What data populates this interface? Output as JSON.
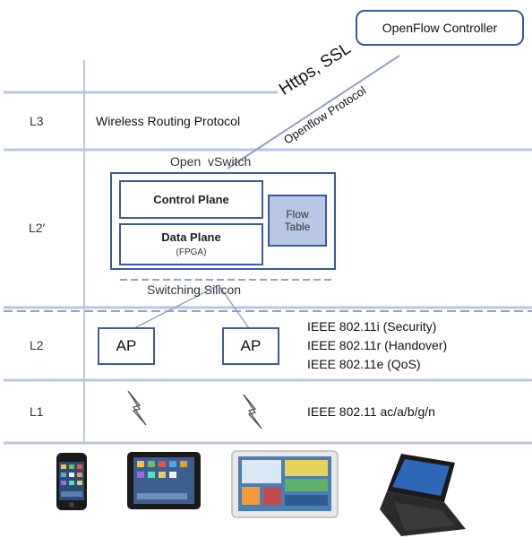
{
  "controller": {
    "label": "OpenFlow Controller"
  },
  "link": {
    "protocol_top": "Https, SSL",
    "protocol_bottom": "Openflow Protocol"
  },
  "layers": [
    {
      "id": "L3",
      "label": "L3",
      "content": "Wireless Routing Protocol"
    },
    {
      "id": "L2p",
      "label": "L2′"
    },
    {
      "id": "L2",
      "label": "L2"
    },
    {
      "id": "L1",
      "label": "L1"
    }
  ],
  "ovs": {
    "title": "Open  vSwitch",
    "control_plane": "Control Plane",
    "data_plane": "Data Plane",
    "data_plane_sub": "(FPGA)",
    "flow_table": [
      "Flow",
      "Table"
    ],
    "switching_silicon": "Switching Silicon"
  },
  "access_points": [
    {
      "label": "AP"
    },
    {
      "label": "AP"
    }
  ],
  "l2_standards": [
    "IEEE 802.11i (Security)",
    "IEEE 802.11r (Handover)",
    "IEEE 802.11e (QoS)"
  ],
  "l1_standard": "IEEE 802.11 ac/a/b/g/n",
  "devices": [
    {
      "icon": "smartphone-icon"
    },
    {
      "icon": "tablet-icon"
    },
    {
      "icon": "tablet-icon"
    },
    {
      "icon": "laptop-icon"
    }
  ],
  "colors": {
    "box_border": "#3a5ba0",
    "divider": "#b9c6e2",
    "dashed": "#8ea3cf",
    "flow_table_fill": "#b7c8e6",
    "link_line": "#8fa2c8"
  }
}
